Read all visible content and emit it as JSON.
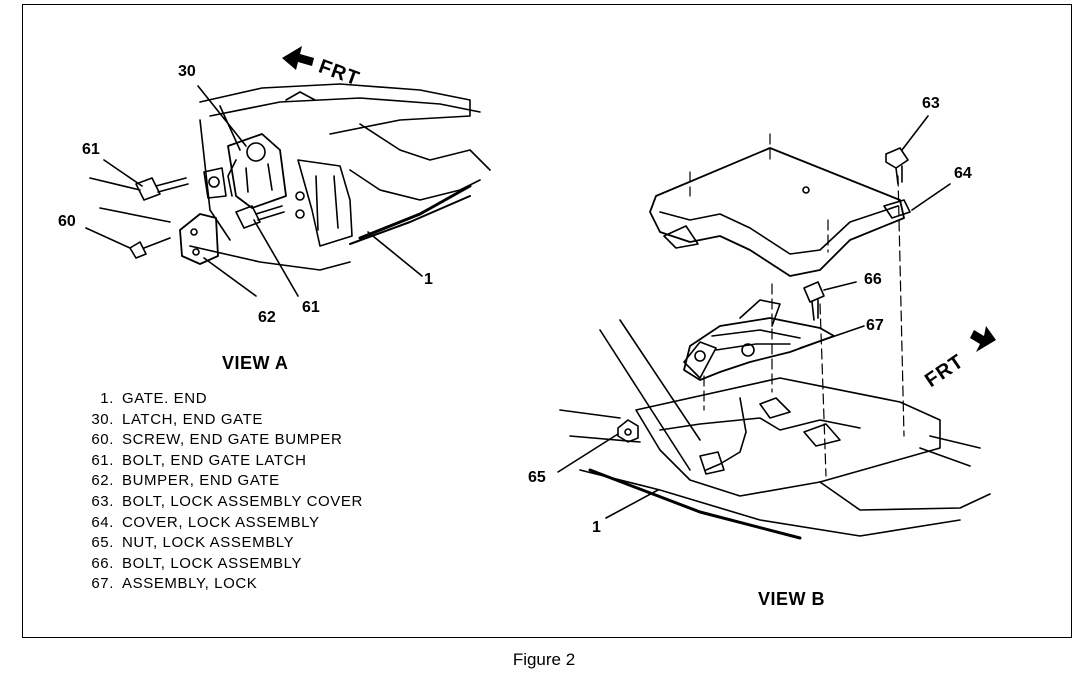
{
  "view_a": {
    "title": "VIEW A",
    "direction_label": "FRT",
    "callouts": [
      "30",
      "61",
      "60",
      "61",
      "62",
      "1"
    ]
  },
  "view_b": {
    "title": "VIEW B",
    "direction_label": "FRT",
    "callouts": [
      "63",
      "64",
      "66",
      "67",
      "65",
      "1"
    ]
  },
  "legend": [
    {
      "num": "1.",
      "text": "GATE. END"
    },
    {
      "num": "30.",
      "text": "LATCH, END GATE"
    },
    {
      "num": "60.",
      "text": "SCREW, END GATE BUMPER"
    },
    {
      "num": "61.",
      "text": "BOLT, END GATE LATCH"
    },
    {
      "num": "62.",
      "text": "BUMPER, END GATE"
    },
    {
      "num": "63.",
      "text": "BOLT, LOCK ASSEMBLY COVER"
    },
    {
      "num": "64.",
      "text": "COVER, LOCK ASSEMBLY"
    },
    {
      "num": "65.",
      "text": "NUT, LOCK ASSEMBLY"
    },
    {
      "num": "66.",
      "text": "BOLT, LOCK ASSEMBLY"
    },
    {
      "num": "67.",
      "text": "ASSEMBLY, LOCK"
    }
  ],
  "caption": "Figure 2"
}
